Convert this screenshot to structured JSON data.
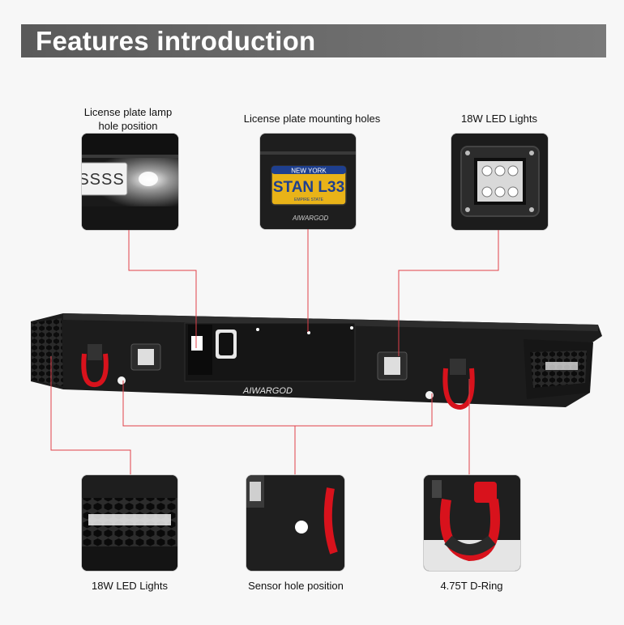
{
  "banner": {
    "title": "Features introduction"
  },
  "labels": {
    "plate_lamp": "License plate lamp hole position",
    "plate_holes": "License plate mounting holes",
    "led_top": "18W LED Lights",
    "led_bottom": "18W LED Lights",
    "sensor": "Sensor hole position",
    "dring": "4.75T D-Ring"
  },
  "photo_text": {
    "plate_number": "SSSS",
    "plate_state": "NEW YORK",
    "plate_code": "STAN L33",
    "plate_footer": "EMPIRE STATE",
    "brand": "AIWARGOD"
  },
  "colors": {
    "callout_line": "#e0404a",
    "bumper": "#1c1c1c",
    "shackle": "#d8121c"
  }
}
